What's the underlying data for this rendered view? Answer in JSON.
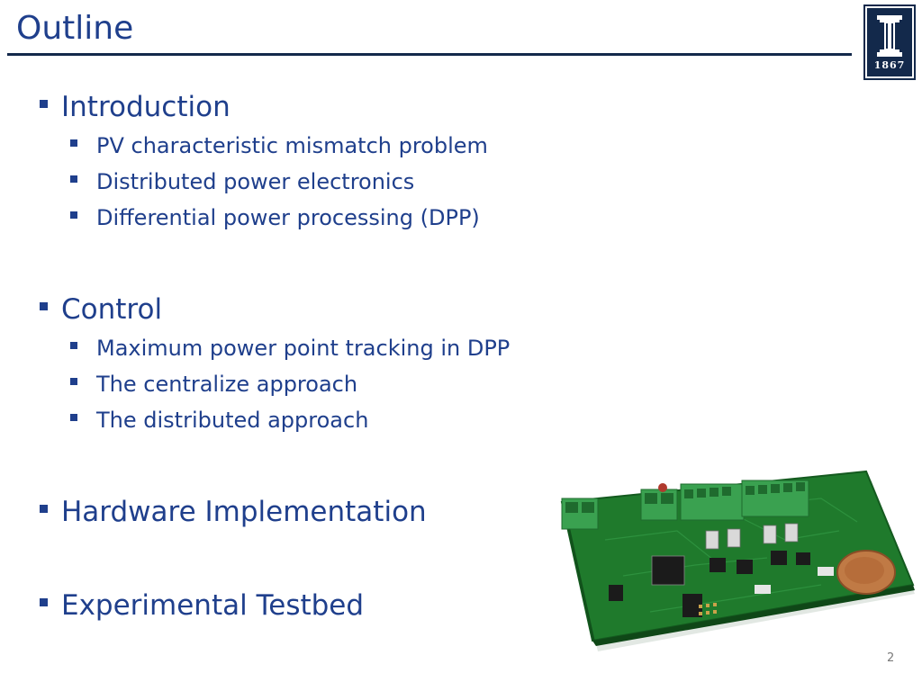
{
  "slide": {
    "title": "Outline",
    "logo_year": "1867",
    "page_number": "2",
    "sections": [
      {
        "label": "Introduction",
        "items": [
          "PV characteristic mismatch problem",
          "Distributed power electronics",
          "Differential power processing (DPP)"
        ]
      },
      {
        "label": "Control",
        "items": [
          "Maximum power point tracking in DPP",
          "The centralize approach",
          "The distributed approach"
        ]
      },
      {
        "label": "Hardware Implementation"
      },
      {
        "label": "Experimental Testbed"
      }
    ]
  },
  "colors": {
    "heading_blue": "#1f3f8c",
    "navy": "#13294b",
    "pcb_green": "#1f7a2c",
    "connector_green": "#3aa150",
    "copper": "#c07a45"
  },
  "icons": {
    "logo": "block-i-logo-icon",
    "bullet": "square-bullet-icon",
    "photo": "circuit-board-photo"
  }
}
